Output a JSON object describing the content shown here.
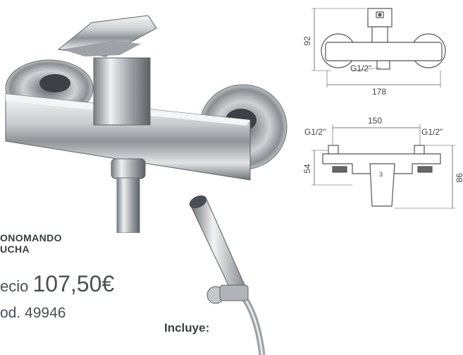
{
  "product": {
    "title_line1": "ONOMANDO",
    "title_line2": "UCHA",
    "price_prefix": "ecio ",
    "price_value": "107,50€",
    "code": "od. 49946",
    "includes_label": "Incluye:"
  },
  "drawing_top": {
    "height_label": "92",
    "thread_label": "G1/2\"",
    "width_label": "178"
  },
  "drawing_bottom": {
    "spacing_label": "150",
    "thread_left_label": "G1/2\"",
    "thread_right_label": "G1/2\"",
    "body_height_label": "54",
    "total_height_label": "86",
    "lever_mark": "3"
  }
}
